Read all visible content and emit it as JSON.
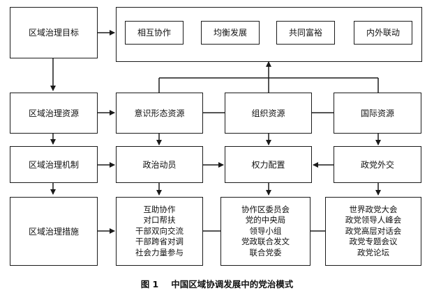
{
  "left_column": {
    "goal": "区域治理目标",
    "resource": "区域治理资源",
    "mechanism": "区域治理机制",
    "measure": "区域治理措施"
  },
  "goals": [
    "相互协作",
    "均衡发展",
    "共同富裕",
    "内外联动"
  ],
  "resources": [
    "意识形态资源",
    "组织资源",
    "国际资源"
  ],
  "mechanisms": [
    "政治动员",
    "权力配置",
    "政党外交"
  ],
  "measures": [
    [
      "互助协作",
      "对口帮扶",
      "干部双向交流",
      "干部跨省对调",
      "社会力量参与"
    ],
    [
      "协作区委员会",
      "党的中央局",
      "领导小组",
      "党政联合发文",
      "联合党委"
    ],
    [
      "世界政党大会",
      "政党领导人峰会",
      "政党高层对话会",
      "政党专题会议",
      "政党论坛"
    ]
  ],
  "caption": {
    "figure": "图 1",
    "title": "中国区域协调发展中的党治模式"
  }
}
